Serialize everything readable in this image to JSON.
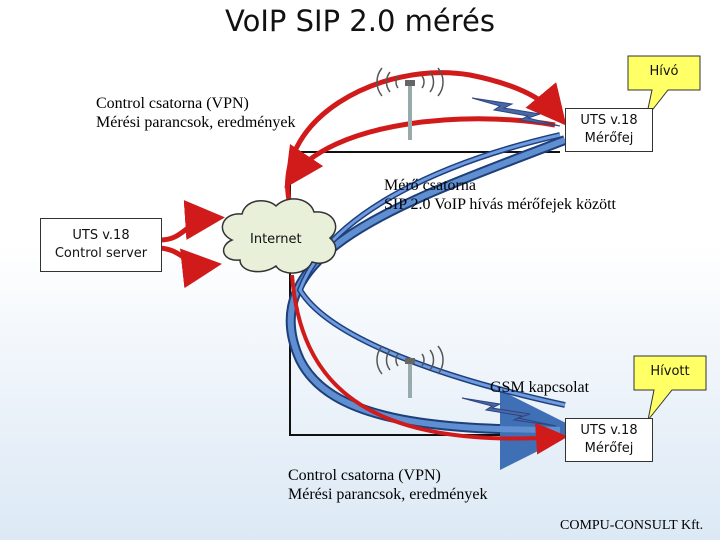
{
  "title": "VoIP SIP 2.0 mérés",
  "control_top": {
    "line1": "Control csatorna (VPN)",
    "line2": "Mérési parancsok, eredmények"
  },
  "control_bottom": {
    "line1": "Control csatorna (VPN)",
    "line2": "Mérési parancsok, eredmények"
  },
  "measure_channel": {
    "line1": "Mérő csatorna",
    "line2": "SIP 2.0 VoIP hívás mérőfejek között"
  },
  "gsm_label": "GSM kapcsolat",
  "control_server": {
    "line1": "UTS v.18",
    "line2": "Control server"
  },
  "probe_top": {
    "line1": "UTS v.18",
    "line2": "Mérőfej"
  },
  "probe_bottom": {
    "line1": "UTS v.18",
    "line2": "Mérőfej"
  },
  "internet_label": "Internet",
  "caller_label": "Hívó",
  "callee_label": "Hívott",
  "footer": "COMPU-CONSULT Kft.",
  "colors": {
    "control_arrow": "#d11a1a",
    "measure_arrow_blue": "#3f6fb4",
    "lightning": "#4a67a8",
    "cloud_fill": "#e8f0da",
    "callout_fill": "#ffff66"
  }
}
